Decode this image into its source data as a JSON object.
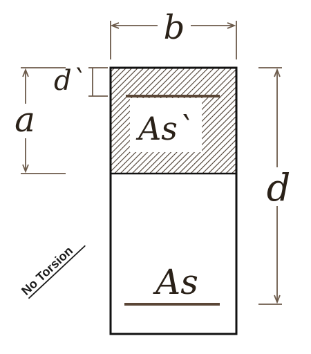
{
  "labels": {
    "width": "b",
    "cover_depth": "d`",
    "compression_depth": "a",
    "effective_depth": "d",
    "compression_steel": "As`",
    "tension_steel": "As",
    "note": "No Torsion"
  },
  "colors": {
    "outline": "#111111",
    "dimension": "#6b5a4a",
    "rebar": "#5a4636",
    "hatch": "#4a3c30",
    "text": "#2a2118"
  }
}
